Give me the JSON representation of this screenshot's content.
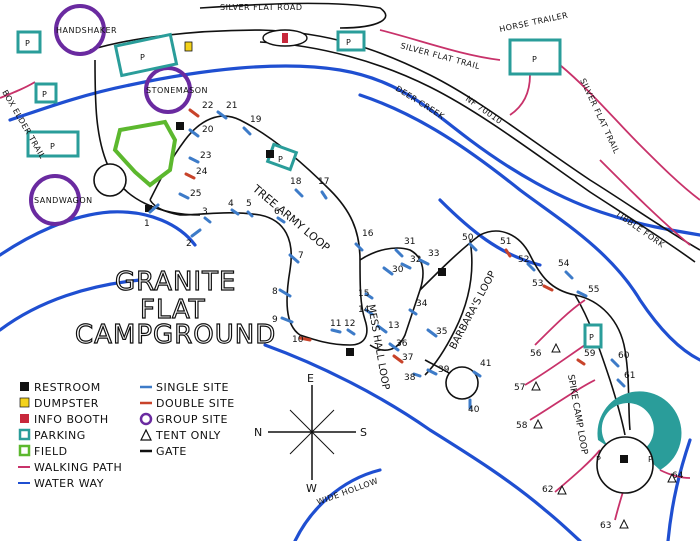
{
  "title": {
    "line1": "GRANITE",
    "line2": "FLAT",
    "line3": "CAMPGROUND"
  },
  "loops": {
    "tree_army": "TREE ARMY LOOP",
    "mess_hall": "MESS HALL LOOP",
    "barbaras": "BARBARA'S LOOP",
    "spike_camp": "SPIKE CAMP LOOP"
  },
  "roads": {
    "silver_flat_road": "SILVER FLAT ROAD",
    "nf": "NF 70010",
    "tibble_fork": "TIBBLE FORK"
  },
  "trails": {
    "silver_flat_trail": "SILVER FLAT TRAIL",
    "silver_flat_trail_2": "SILVER FLAT TRAIL",
    "box_elder": "BOX ELDER TRAIL"
  },
  "waterways": {
    "deer_creek": "DEER CREEK",
    "wide_hollow": "WIDE HOLLOW"
  },
  "group_sites": [
    "HANDSHAKER",
    "STONEMASON",
    "SANDWAGON"
  ],
  "horse_trailer": "HORSE TRAILER",
  "parking_label": "P",
  "compass": {
    "n": "N",
    "s": "S",
    "e": "E",
    "w": "W"
  },
  "legend": {
    "restroom": "RESTROOM",
    "dumpster": "DUMPSTER",
    "info_booth": "INFO BOOTH",
    "parking": "PARKING",
    "field": "FIELD",
    "walking_path": "WALKING PATH",
    "water_way": "WATER WAY",
    "single_site": "SINGLE SITE",
    "double_site": "DOUBLE SITE",
    "group_site": "GROUP SITE",
    "tent_only": "TENT ONLY",
    "gate": "GATE"
  },
  "colors": {
    "water": "#1f4fd1",
    "walk": "#c8326a",
    "parking": "#2a9d9a",
    "field": "#5cb82e",
    "group": "#6a2aa0",
    "dumpster": "#f3d21b",
    "info": "#c8283c",
    "single": "#3d7bc8",
    "double": "#c8432a"
  },
  "sites": [
    {
      "n": "1"
    },
    {
      "n": "2"
    },
    {
      "n": "3"
    },
    {
      "n": "4"
    },
    {
      "n": "5"
    },
    {
      "n": "6"
    },
    {
      "n": "7"
    },
    {
      "n": "8"
    },
    {
      "n": "9"
    },
    {
      "n": "10"
    },
    {
      "n": "11"
    },
    {
      "n": "12"
    },
    {
      "n": "13"
    },
    {
      "n": "14"
    },
    {
      "n": "15"
    },
    {
      "n": "16"
    },
    {
      "n": "17"
    },
    {
      "n": "18"
    },
    {
      "n": "19"
    },
    {
      "n": "20"
    },
    {
      "n": "21"
    },
    {
      "n": "22"
    },
    {
      "n": "23"
    },
    {
      "n": "24"
    },
    {
      "n": "25"
    },
    {
      "n": "30"
    },
    {
      "n": "31"
    },
    {
      "n": "32"
    },
    {
      "n": "33"
    },
    {
      "n": "34"
    },
    {
      "n": "35"
    },
    {
      "n": "36"
    },
    {
      "n": "37"
    },
    {
      "n": "38"
    },
    {
      "n": "39"
    },
    {
      "n": "40"
    },
    {
      "n": "41"
    },
    {
      "n": "50"
    },
    {
      "n": "51"
    },
    {
      "n": "52"
    },
    {
      "n": "53"
    },
    {
      "n": "54"
    },
    {
      "n": "55"
    },
    {
      "n": "56"
    },
    {
      "n": "57"
    },
    {
      "n": "58"
    },
    {
      "n": "59"
    },
    {
      "n": "60"
    },
    {
      "n": "61"
    },
    {
      "n": "62"
    },
    {
      "n": "63"
    },
    {
      "n": "64"
    }
  ]
}
